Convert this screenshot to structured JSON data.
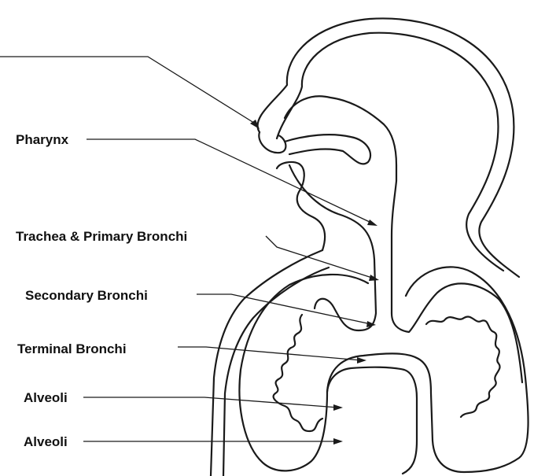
{
  "labels": {
    "pharynx": "Pharynx",
    "trachea": "Trachea & Primary Bronchi",
    "secondary": "Secondary Bronchi",
    "terminal": "Terminal Bronchi",
    "alveoli_1": "Alveoli",
    "alveoli_2": "Alveoli"
  },
  "colors": {
    "line": "#1a1a1a",
    "text": "#111111",
    "background": "#ffffff"
  }
}
